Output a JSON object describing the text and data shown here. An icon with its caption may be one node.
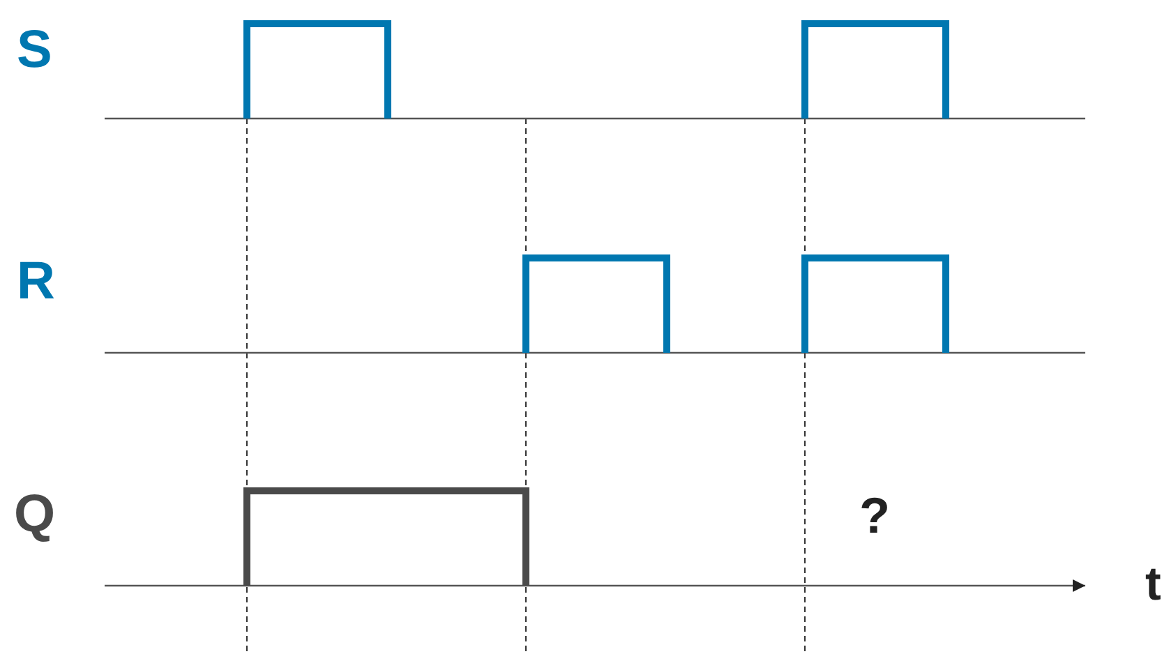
{
  "diagram": {
    "labels": [
      "S",
      "R",
      "Q",
      "?",
      "t"
    ]
  }
}
